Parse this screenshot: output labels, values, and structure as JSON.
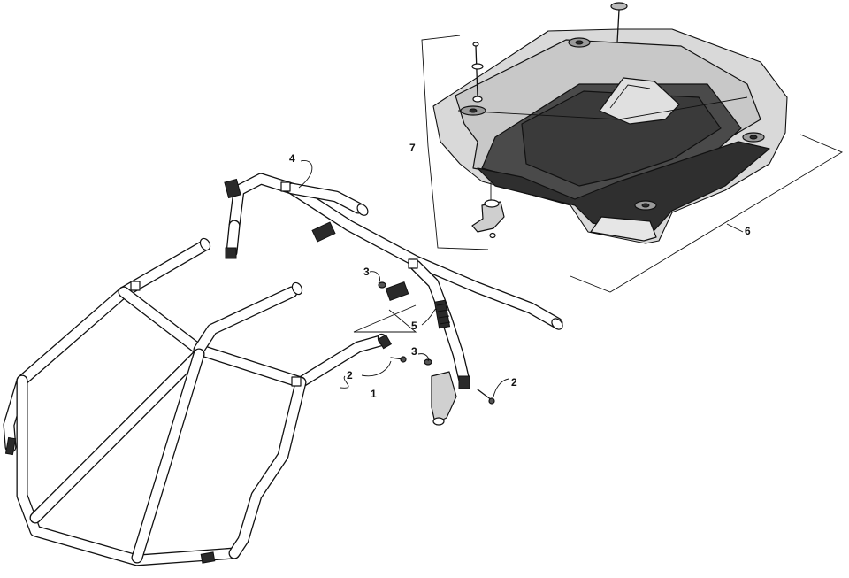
{
  "callouts": {
    "c1": "1",
    "c2a": "2",
    "c2b": "2",
    "c3a": "3",
    "c3b": "3",
    "c4": "4",
    "c5": "5",
    "c6": "6",
    "c7": "7"
  },
  "colors": {
    "line": "#111111",
    "background": "#ffffff",
    "roof_shade": "#d9d9d9"
  }
}
